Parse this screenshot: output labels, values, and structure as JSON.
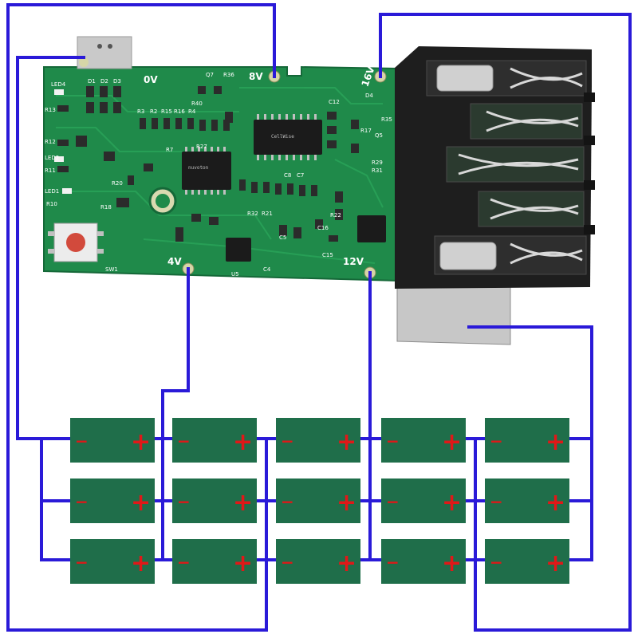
{
  "board": {
    "pads": {
      "zero_v": "0V",
      "eight_v": "8V",
      "sixteen_v": "16V",
      "four_v": "4V",
      "twelve_v": "12V"
    },
    "designators": {
      "led4": "LED4",
      "r13": "R13",
      "r12": "R12",
      "led2": "LED2",
      "r11": "R11",
      "led1": "LED1",
      "r10": "R10",
      "sw1": "SW1",
      "d1": "D1",
      "d2": "D2",
      "d3": "D3",
      "q7": "Q7",
      "r36": "R36",
      "r40": "R40",
      "r3": "R3",
      "r2": "R2",
      "r15": "R15",
      "r16": "R16",
      "r4": "R4",
      "r7": "R7",
      "r27": "R27",
      "r20": "R20",
      "r18": "R18",
      "d4": "D4",
      "r17": "R17",
      "r35": "R35",
      "q5": "Q5",
      "r29": "R29",
      "r31": "R31",
      "r22": "R22",
      "c15": "C15",
      "c16": "C16",
      "c7": "C7",
      "c8": "C8",
      "c4": "C4",
      "c5": "C5",
      "u5": "U5",
      "r32": "R32",
      "r21": "R21",
      "c12": "C12"
    },
    "chips": {
      "mcu": "nuvoton",
      "afe": "CellWise"
    }
  },
  "cells": {
    "minus_sign": "−",
    "plus_sign": "+",
    "groups": 5,
    "cells_per_group": 3
  },
  "colors": {
    "wire": "#2a1ad8",
    "cell": "#1f6e4a",
    "plus": "#e01818",
    "minus": "#e01818",
    "pcb": "#1f8a4a",
    "holder": "#1e1e1e",
    "contact": "#c8c8c8"
  }
}
